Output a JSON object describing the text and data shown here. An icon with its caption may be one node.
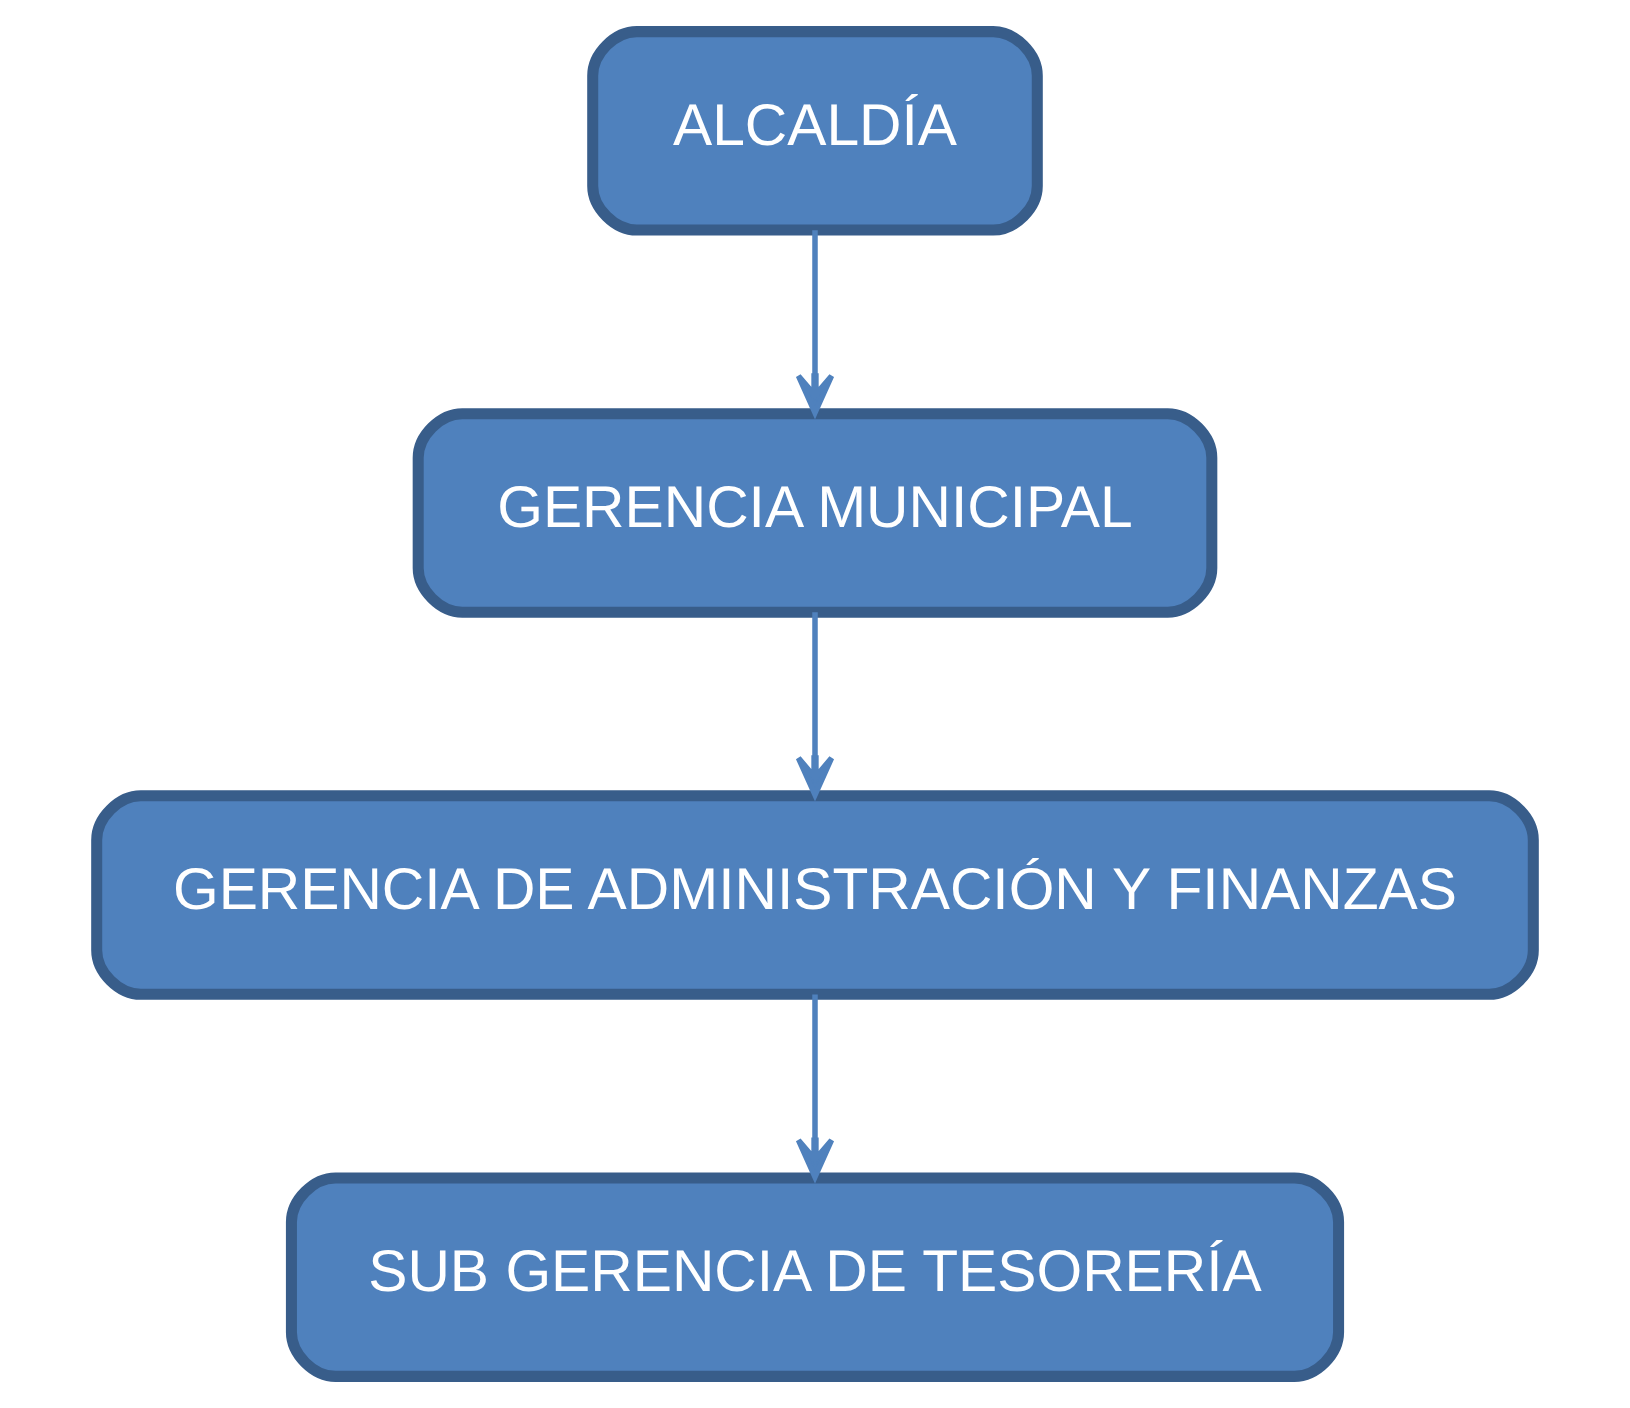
{
  "diagram": {
    "nodes": [
      {
        "text": [
          "ALCALDÍA"
        ]
      },
      {
        "text": [
          "GERENCIA MUNICIPAL"
        ]
      },
      {
        "text": [
          "GERENCIA DE ADMINISTRACIÓN Y FINANZAS"
        ]
      },
      {
        "text": [
          "SUB GERENCIA DE TESORERÍA"
        ]
      }
    ],
    "edges": [
      {
        "from": 0,
        "to": 1,
        "arrow": "to"
      },
      {
        "from": 1,
        "to": 2,
        "arrow": "to"
      },
      {
        "from": 2,
        "to": 3,
        "arrow": "to"
      }
    ]
  }
}
